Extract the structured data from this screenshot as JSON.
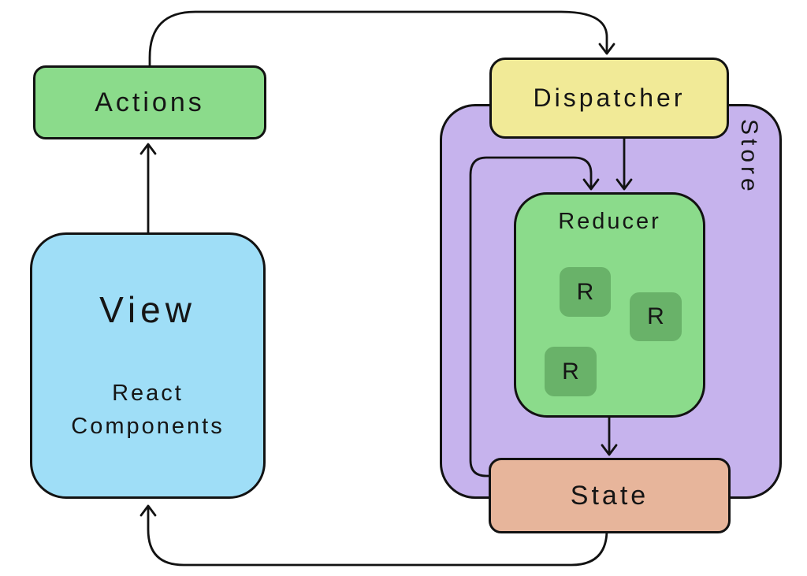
{
  "nodes": {
    "actions": {
      "label": "Actions",
      "fill": "#8bdb8b"
    },
    "dispatcher": {
      "label": "Dispatcher",
      "fill": "#f1ea97"
    },
    "store": {
      "label": "Store",
      "fill": "#c6b3ed"
    },
    "reducer": {
      "label": "Reducer",
      "fill": "#8bdb8b",
      "chip_fill": "#69b269",
      "chips": [
        {
          "label": "R"
        },
        {
          "label": "R"
        },
        {
          "label": "R"
        }
      ]
    },
    "state": {
      "label": "State",
      "fill": "#e7b59b"
    },
    "view": {
      "label": "View",
      "sublabel": "React Components",
      "fill": "#9fdef7"
    }
  },
  "edges": [
    {
      "id": "actions-to-dispatcher",
      "from": "Actions",
      "to": "Dispatcher"
    },
    {
      "id": "dispatcher-to-reducer",
      "from": "Dispatcher",
      "to": "Reducer"
    },
    {
      "id": "state-loop-to-reducer",
      "from": "State",
      "to": "Reducer"
    },
    {
      "id": "reducer-to-state",
      "from": "Reducer",
      "to": "State"
    },
    {
      "id": "state-to-view",
      "from": "State",
      "to": "View"
    },
    {
      "id": "view-to-actions",
      "from": "View",
      "to": "Actions"
    }
  ],
  "style": {
    "line_color": "#121212",
    "text_color": "#151515",
    "background": "#ffffff"
  }
}
